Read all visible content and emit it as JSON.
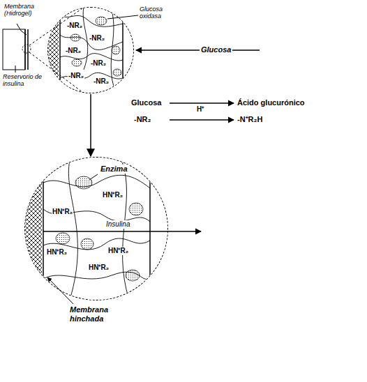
{
  "diagram": {
    "nodes": [
      {
        "text": [
          "-NR₂",
          "-NR₂",
          "-NR₂",
          "-NR₂",
          "-NR₂",
          "-NR₂"
        ]
      },
      {
        "text": [
          "HN⁺R₂",
          "HN⁺R₂",
          "HN⁺R₂",
          "HN⁺R₂",
          "HN⁺R₂"
        ]
      }
    ],
    "edges": [
      {
        "from": 0,
        "to": 1,
        "arrow": "to"
      }
    ],
    "labels": [
      "Membrana (Hidrogel)",
      "Reservorio de insulina",
      "Glucosa oxidasa",
      "Glucosa",
      "Glucosa",
      "Ácido glucurónico",
      "H⁺",
      "-NR₂",
      "-N⁺R₂H",
      "Enzima",
      "Insulina",
      "Membrana hinchada"
    ]
  }
}
